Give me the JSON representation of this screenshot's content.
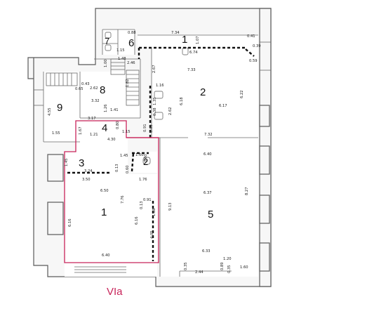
{
  "section_label": "VIa",
  "rooms": [
    {
      "key": "r1_top",
      "label": "1"
    },
    {
      "key": "r2",
      "label": "2"
    },
    {
      "key": "r3",
      "label": "3"
    },
    {
      "key": "r4",
      "label": "4"
    },
    {
      "key": "r5",
      "label": "5"
    },
    {
      "key": "r6",
      "label": "6"
    },
    {
      "key": "r7",
      "label": "7"
    },
    {
      "key": "r8",
      "label": "8"
    },
    {
      "key": "r9",
      "label": "9"
    },
    {
      "key": "r1_bottom",
      "label": "1"
    },
    {
      "key": "r2_small",
      "label": "2"
    }
  ],
  "dimensions": [
    "0.88",
    "7.34",
    "0.41",
    "1.07",
    "0.39",
    "1.15",
    "6.74",
    "0.59",
    "1.48",
    "2.46",
    "1.00",
    "2.67",
    "7.33",
    "0.65",
    "0.43",
    "2.62",
    "1.82",
    "6.22",
    "1.16",
    "4.55",
    "3.32",
    "1.26",
    "1.41",
    "6.18",
    "6.17",
    "1.35",
    "2.62",
    "0.38",
    "3.17",
    "1.67",
    "0.80",
    "0.91",
    "0.60",
    "1.21",
    "1.15",
    "1.55",
    "7.32",
    "4.30",
    "1.45",
    "1.60",
    "0.60",
    "1.45",
    "3.24",
    "0.13",
    "0.60",
    "6.40",
    "3.50",
    "1.76",
    "6.50",
    "7.76",
    "6.37",
    "8.27",
    "6.16",
    "9.13",
    "0.13",
    "1.88",
    "0.91",
    "6.16",
    "4.05",
    "6.33",
    "1.20",
    "0.35",
    "2.44",
    "0.89",
    "0.35",
    "1.60",
    "6.40"
  ]
}
